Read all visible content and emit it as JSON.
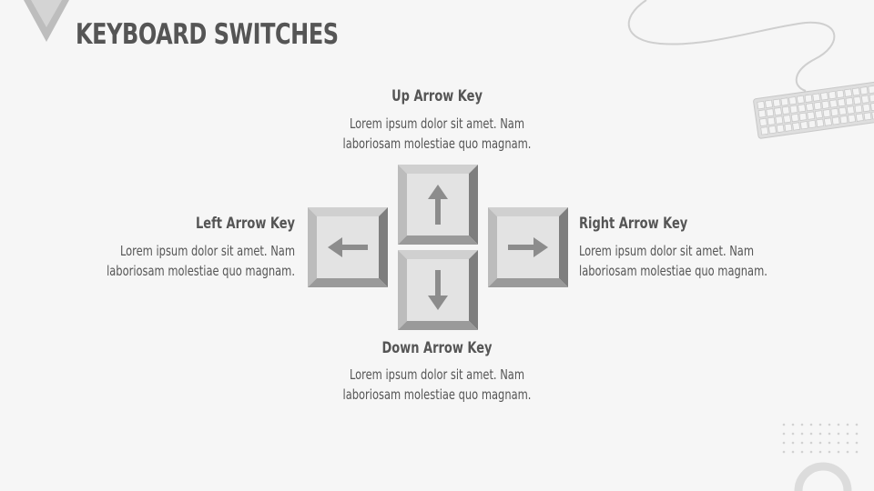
{
  "title": "KEYBOARD SWITCHES",
  "keys": {
    "up": {
      "label": "Up Arrow Key",
      "line1": "Lorem ipsum dolor sit amet. Nam",
      "line2": "laboriosam molestiae quo magnam."
    },
    "left": {
      "label": "Left Arrow Key",
      "line1": "Lorem ipsum dolor sit amet. Nam",
      "line2": "laboriosam molestiae quo magnam."
    },
    "right": {
      "label": "Right Arrow Key",
      "line1": "Lorem ipsum dolor sit amet. Nam",
      "line2": "laboriosam molestiae quo magnam."
    },
    "down": {
      "label": "Down Arrow Key",
      "line1": "Lorem ipsum dolor sit amet. Nam",
      "line2": "laboriosam molestiae quo magnam."
    }
  },
  "icons": {
    "corner": "triangle-down-icon",
    "keyboard": "keyboard-icon",
    "up": "arrow-up-icon",
    "down": "arrow-down-icon",
    "left": "arrow-left-icon",
    "right": "arrow-right-icon"
  },
  "colors": {
    "background": "#f6f6f6",
    "text": "#555555",
    "key_face": "#e2e2e2",
    "key_dark": "#8a8a8a",
    "arrow": "#8c8c8c"
  }
}
